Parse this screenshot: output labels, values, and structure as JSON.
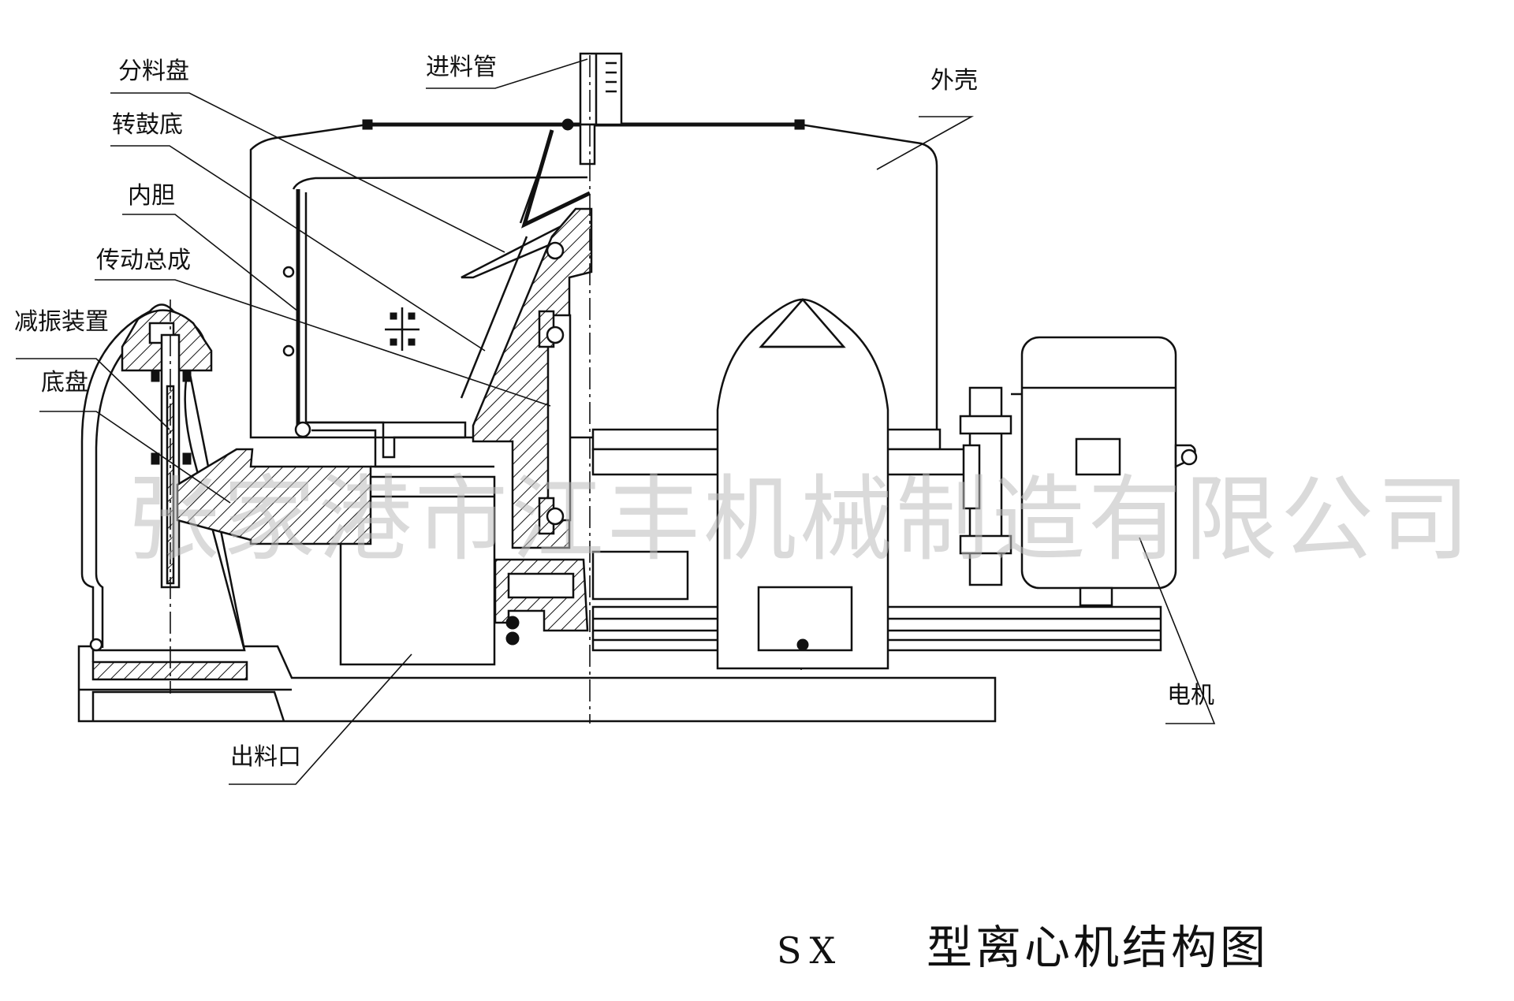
{
  "labels": {
    "feed_pipe": "进料管",
    "distribution_plate": "分料盘",
    "drum_bottom": "转鼓底",
    "outer_shell": "外壳",
    "inner_drum": "内胆",
    "transmission_assembly": "传动总成",
    "damping_device": "减振装置",
    "base_plate": "底盘",
    "discharge_port": "出料口",
    "motor": "电机"
  },
  "caption": {
    "model": "SX",
    "title": "型离心机结构图"
  },
  "watermark": "张家港市江丰机械制造有限公司"
}
